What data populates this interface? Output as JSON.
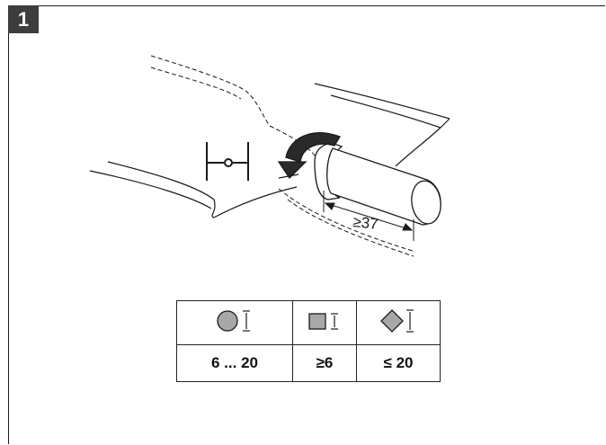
{
  "step": {
    "number": "1"
  },
  "dimension": {
    "label": "≥37"
  },
  "spec_table": {
    "headers": [
      {
        "icon": "round-cross-section-icon"
      },
      {
        "icon": "square-cross-section-icon"
      },
      {
        "icon": "diamond-cross-section-icon"
      }
    ],
    "values": [
      "6 ... 20",
      "≥6",
      "≤ 20"
    ]
  },
  "colors": {
    "badge": "#3d3d3d",
    "line": "#1a1a1a",
    "shape_fill": "#a8a8a8"
  }
}
